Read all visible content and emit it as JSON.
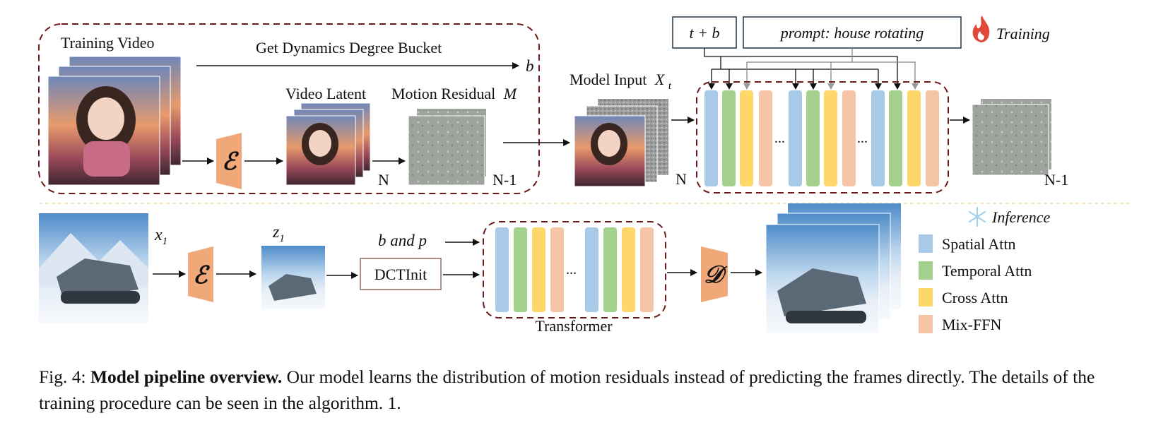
{
  "training": {
    "badge": "Training",
    "video_label": "Training Video",
    "bucket_label": "Get Dynamics Degree Bucket",
    "bucket_symbol": "b",
    "latent_label": "Video Latent",
    "residual_label": "Motion Residual",
    "residual_symbol": "M",
    "n_label": "N",
    "n_minus_label": "N-1",
    "model_input_label": "Model Input",
    "model_input_symbol": "X",
    "model_input_sub": "t",
    "model_n_label": "N",
    "output_n_minus_label": "N-1",
    "cond_tb": "t + b",
    "cond_prompt_key": "prompt",
    "cond_prompt_value": ": house rotating",
    "ellipsis_1": "...",
    "ellipsis_2": "..."
  },
  "inference": {
    "badge": "Inference",
    "x1": "x",
    "x1_sub": "1",
    "z1": "z",
    "z1_sub": "1",
    "b_and_p": "b and p",
    "dctinit": "DCTInit",
    "transformer": "Transformer",
    "ellipsis": "..."
  },
  "encoder_symbol": "ℰ",
  "decoder_symbol": "𝒟",
  "legend": [
    {
      "label": "Spatial Attn",
      "color": "#a9c9e9"
    },
    {
      "label": "Temporal Attn",
      "color": "#a3d18d"
    },
    {
      "label": "Cross Attn",
      "color": "#fdd769"
    },
    {
      "label": "Mix-FFN",
      "color": "#f6c4a6"
    }
  ],
  "colors": {
    "dashed_border": "#6e1a1a",
    "encoder_fill": "#f0a879",
    "separator": "#f5d9b0",
    "condition_border": "#2d3f52"
  },
  "caption": {
    "prefix": "Fig. 4: ",
    "bold": "Model pipeline overview.",
    "text": " Our model learns the distribution of motion residuals instead of predicting the frames directly. The details of the training procedure can be seen in the algorithm. 1."
  }
}
